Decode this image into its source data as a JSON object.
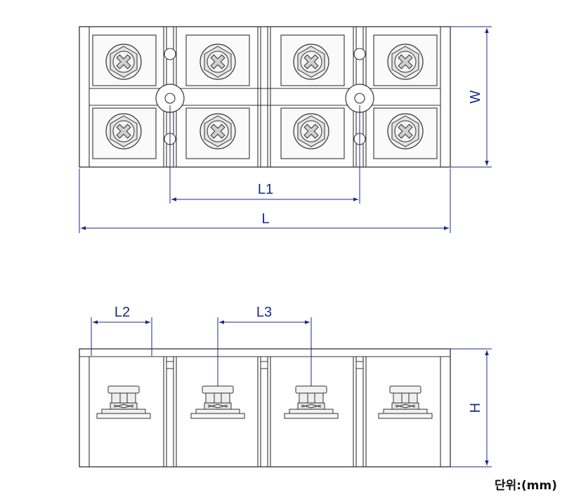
{
  "dimensions": {
    "width_label": "W",
    "length1_label": "L1",
    "length_label": "L",
    "length2_label": "L2",
    "length3_label": "L3",
    "height_label": "H"
  },
  "unit_label": "단위:(mm)",
  "colors": {
    "dimension": "#1a2a8a",
    "body_line": "#333333",
    "terminal_fill": "#e9e9e9"
  }
}
